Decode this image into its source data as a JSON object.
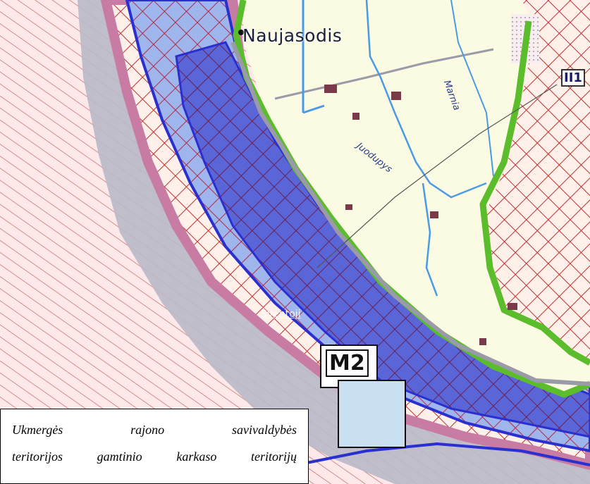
{
  "map": {
    "place_label": "Naujasodis",
    "river_label_1": "Marnia",
    "river_label_2": "Juodupys",
    "zone_label_1": "Šventoji",
    "zone_label_2": "M2",
    "zone_label_3": "II1"
  },
  "caption": {
    "line1": "Ukmergės rajono savivaldybės",
    "line2": "teritorijos gamtinio karkaso teritorijų"
  },
  "legend_colors": {
    "floodplain_blue": "#4a4fd0",
    "hatch_red": "#c03030",
    "nature_frame_green": "#5bbd2b",
    "buffer_pink": "#c97ca3",
    "road_gray": "#9a9aa8",
    "field_cream": "#fbfbe3",
    "stream_blue": "#4a9ae8"
  }
}
